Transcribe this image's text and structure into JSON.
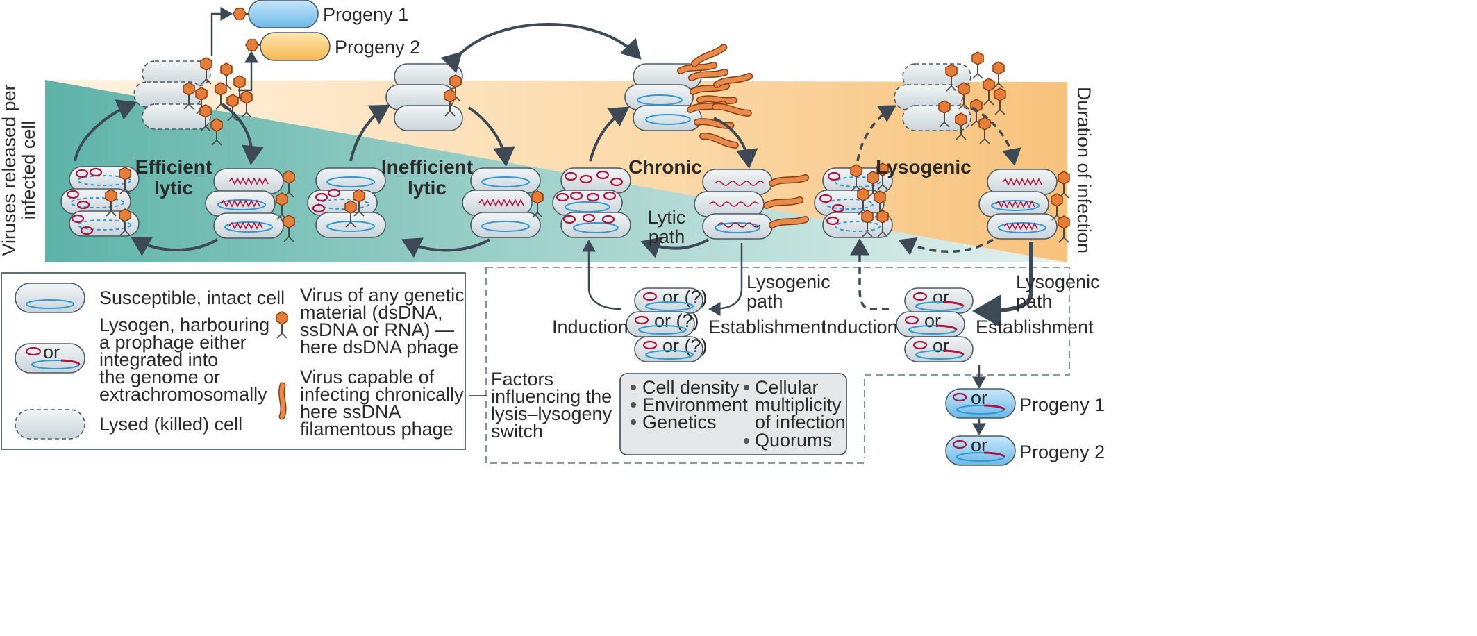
{
  "axis": {
    "y_label_line1": "Viruses released per",
    "y_label_line2": "infected cell",
    "right_label": "Duration of infection"
  },
  "strategies": {
    "efficient_l1": "Efficient",
    "efficient_l2": "lytic",
    "inefficient_l1": "Inefficient",
    "inefficient_l2": "lytic",
    "chronic": "Chronic",
    "lysogenic": "Lysogenic"
  },
  "progeny": {
    "p1": "Progeny 1",
    "p2": "Progeny 2"
  },
  "paths": {
    "lytic_path_l1": "Lytic",
    "lytic_path_l2": "path",
    "lysogenic_path_l1": "Lysogenic",
    "lysogenic_path_l2": "path",
    "induction": "Induction",
    "establishment": "Establishment",
    "or_q": "or (?)",
    "or": "or"
  },
  "factors": {
    "title_l1": "Factors",
    "title_l2": "influencing the",
    "title_l3": "lysis–lysogeny",
    "title_l4": "switch",
    "items_left": [
      "Cell density",
      "Environment",
      "Genetics"
    ],
    "items_right_l1": "Cellular",
    "items_right_l2": "multiplicity",
    "items_right_l3": "of infection",
    "items_right_l4": "Quorums"
  },
  "legend": {
    "intact": "Susceptible, intact cell",
    "lysogen_l1": "Lysogen, harbouring",
    "lysogen_l2": "a prophage either",
    "lysogen_l3": "integrated into",
    "lysogen_l4": "the genome or",
    "lysogen_l5": "extrachromosomally",
    "lysed": "Lysed (killed) cell",
    "virus_l1": "Virus of any genetic",
    "virus_l2": "material  (dsDNA,",
    "virus_l3": "ssDNA or RNA) —",
    "virus_l4": "here dsDNA phage",
    "chronic_l1": "Virus capable of",
    "chronic_l2": "infecting chronically —",
    "chronic_l3": "here ssDNA",
    "chronic_l4": "filamentous phage",
    "or": "or"
  },
  "colors": {
    "teal": "#74c1b4",
    "peach": "#f9c98a",
    "cell_fill": "#dde6ea",
    "cell_stroke": "#4a5a63",
    "chromosome": "#2d9ad6",
    "prophage": "#b3123d",
    "phage": "#e67e3a",
    "arrow": "#3d4a55",
    "progeny1": "#8ccbef",
    "progeny2": "#f7c46c"
  }
}
